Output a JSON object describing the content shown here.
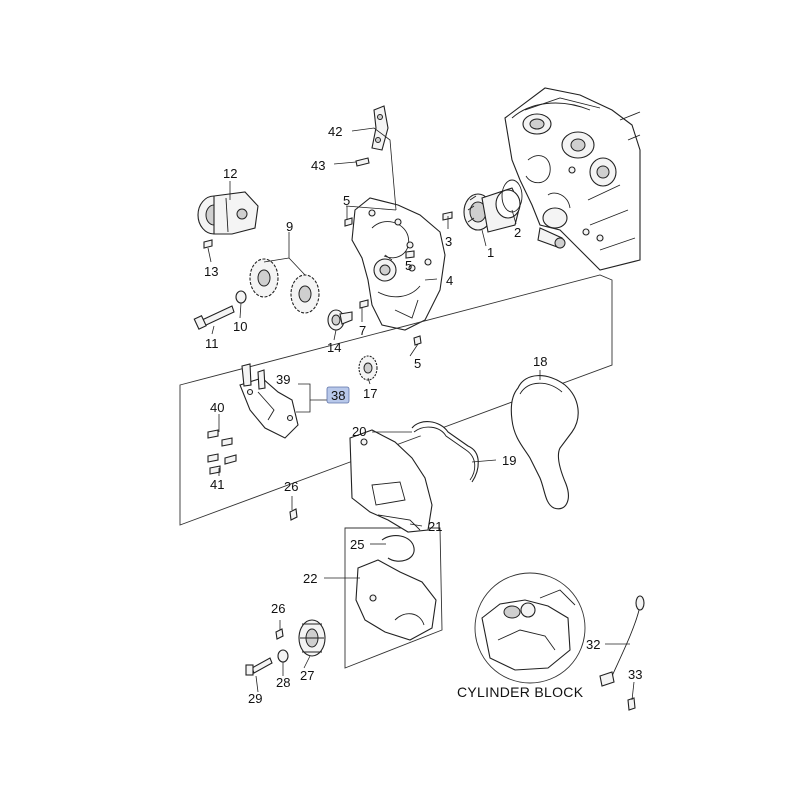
{
  "diagram": {
    "caption": "CYLINDER BLOCK",
    "highlight_color": "#b8c8ea",
    "callouts": {
      "c1": "1",
      "c2": "2",
      "c3": "3",
      "c4": "4",
      "c5a": "5",
      "c5b": "5",
      "c5c": "5",
      "c7": "7",
      "c9": "9",
      "c10": "10",
      "c11": "11",
      "c12": "12",
      "c13": "13",
      "c14": "14",
      "c17": "17",
      "c18": "18",
      "c19": "19",
      "c20": "20",
      "c21": "21",
      "c22": "22",
      "c25": "25",
      "c26a": "26",
      "c26b": "26",
      "c27": "27",
      "c28": "28",
      "c29": "29",
      "c32": "32",
      "c33": "33",
      "c38": "38",
      "c39": "39",
      "c40": "40",
      "c41": "41",
      "c42": "42",
      "c43": "43"
    }
  }
}
